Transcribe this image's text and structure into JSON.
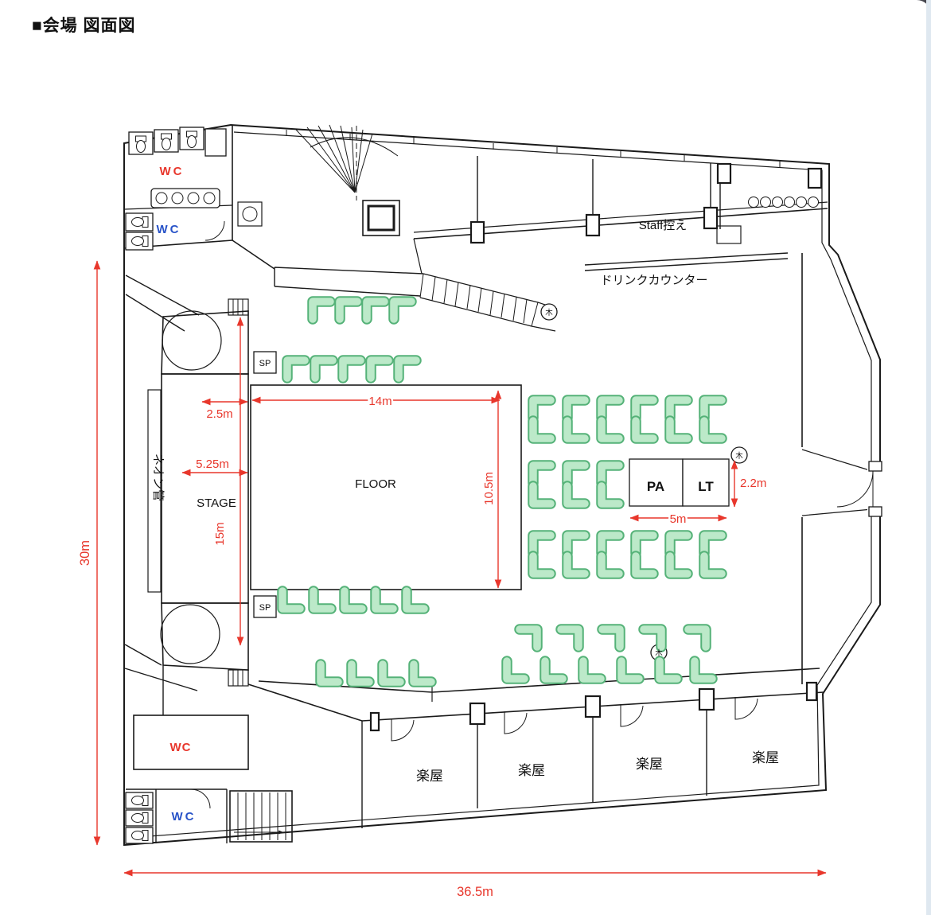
{
  "page": {
    "title": "■会場 図面図"
  },
  "plan": {
    "labels": {
      "stage": "STAGE",
      "floor": "FLOOR",
      "neon_tube": "ネオン管",
      "staff_room": "Staff控え",
      "drink_counter": "ドリンクカウンター",
      "pa": "PA",
      "lt": "LT",
      "sp": [
        "SP",
        "SP"
      ],
      "pillar": [
        "木",
        "木",
        "木"
      ],
      "wc_upper_red": "WC",
      "wc_upper_blue": "WC",
      "wc_lower_red": "WC",
      "wc_lower_blue": "WC",
      "dressing_rooms": [
        "楽屋",
        "楽屋",
        "楽屋",
        "楽屋"
      ]
    },
    "dimensions": {
      "stage_front_depth": "2.5m",
      "floor_width": "14m",
      "stage_depth": "5.25m",
      "floor_depth": "10.5m",
      "stage_width": "15m",
      "pa_booth_width": "5m",
      "pa_booth_depth": "2.2m",
      "venue_depth": "30m",
      "venue_width": "36.5m"
    },
    "colors": {
      "dimension_red": "#e8372c",
      "wc_red": "#e8372c",
      "wc_blue": "#2853c8",
      "seat_fill": "#bce9c9",
      "seat_outline": "#55b278",
      "wall": "#1a1a1a"
    }
  }
}
